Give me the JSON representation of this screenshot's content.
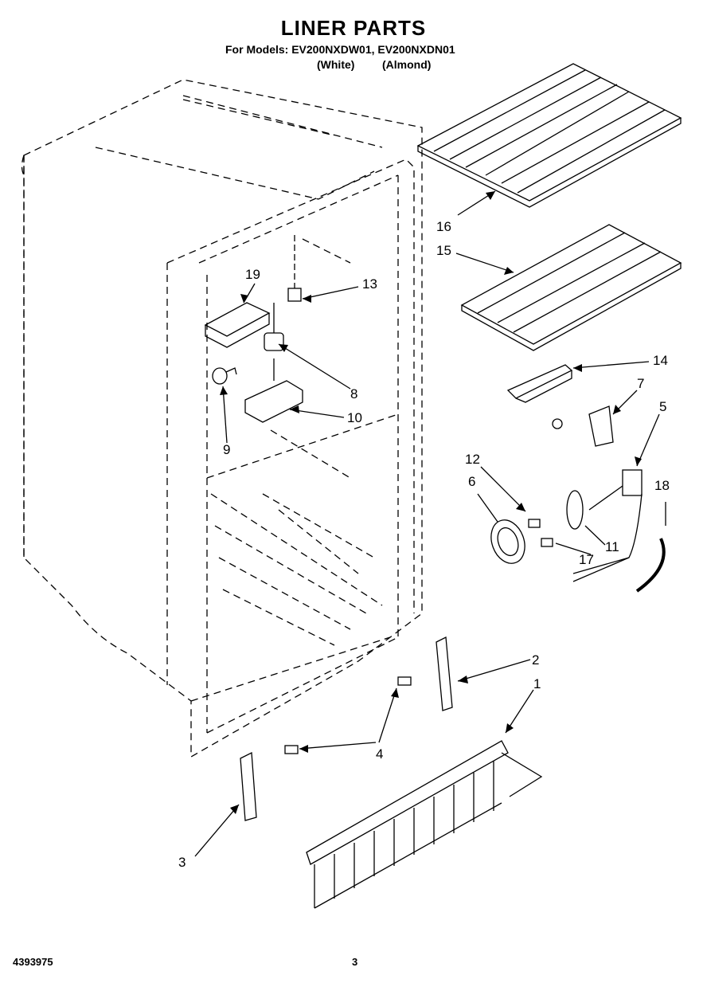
{
  "header": {
    "title": "LINER PARTS",
    "models_line": "For Models: EV200NXDW01, EV200NXDN01",
    "variant_white": "(White)",
    "variant_almond": "(Almond)"
  },
  "footer": {
    "part_number": "4393975",
    "page_number": "3"
  },
  "callouts": [
    "16",
    "15",
    "19",
    "13",
    "14",
    "7",
    "5",
    "8",
    "10",
    "9",
    "12",
    "6",
    "18",
    "11",
    "17",
    "2",
    "1",
    "4",
    "3"
  ],
  "colors": {
    "ink": "#000000",
    "background": "#ffffff"
  }
}
